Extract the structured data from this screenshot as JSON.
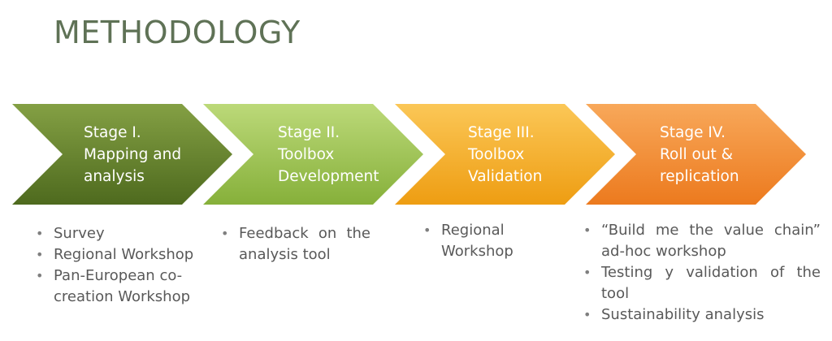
{
  "title": "METHODOLOGY",
  "stages": [
    {
      "label": "Stage I.\nMapping and\nanalysis",
      "color_light": "#7d9a3a",
      "color_dark": "#4f6a1f",
      "bullets": [
        "Survey",
        "Regional Workshop",
        "Pan-European co-creation Workshop"
      ]
    },
    {
      "label": "Stage II.\nToolbox\nDevelopment",
      "color_light": "#b3d46a",
      "color_dark": "#86b03a",
      "bullets": [
        "Feedback on the analysis tool"
      ]
    },
    {
      "label": "Stage III.\nToolbox\nValidation",
      "color_light": "#f9c14a",
      "color_dark": "#f0a018",
      "bullets": [
        "Regional Workshop"
      ]
    },
    {
      "label": "Stage IV.\nRoll out &\nreplication",
      "color_light": "#f7a04e",
      "color_dark": "#ee7d22",
      "bullets": [
        "“Build me the value chain” ad-hoc workshop",
        "Testing y validation of the tool",
        "Sustainability analysis"
      ]
    }
  ]
}
